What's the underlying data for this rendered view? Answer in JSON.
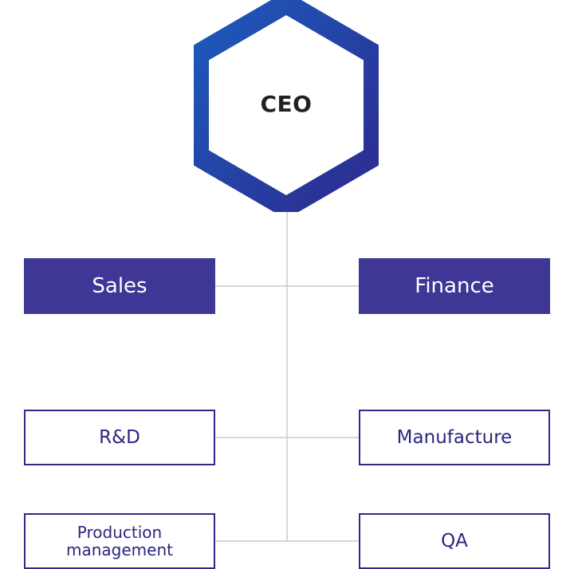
{
  "chart": {
    "root": {
      "label": "CEO"
    },
    "departments": {
      "sales": "Sales",
      "finance": "Finance",
      "rnd": "R&D",
      "manufacture": "Manufacture",
      "production_line1": "Production",
      "production_line2": "management",
      "qa": "QA"
    }
  },
  "colors": {
    "hex_gradient_start": "#1c5bbd",
    "hex_gradient_end": "#2e2a8e",
    "filled_box": "#3f3796",
    "outline_border": "#2f2a85",
    "connector": "#cccccc"
  }
}
